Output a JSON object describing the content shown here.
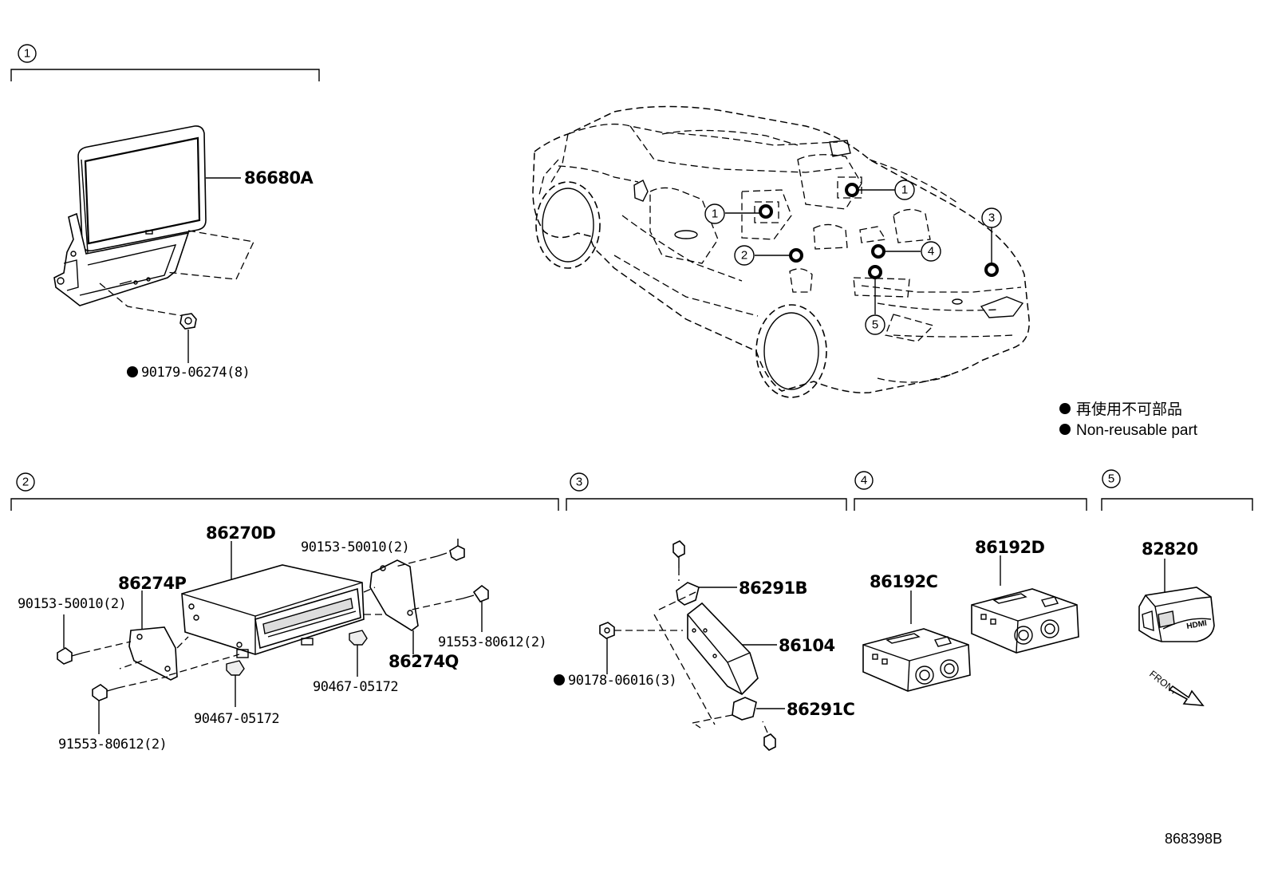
{
  "sections": [
    {
      "num": "1"
    },
    {
      "num": "2"
    },
    {
      "num": "3"
    },
    {
      "num": "4"
    },
    {
      "num": "5"
    }
  ],
  "parts": {
    "s1": {
      "display": "86680A",
      "nut": "90179-06274(8)"
    },
    "s2": {
      "unit": "86270D",
      "bracket_left": "86274P",
      "bracket_right": "86274Q",
      "screw_top_right": "90153-50010(2)",
      "screw_left": "90153-50010(2)",
      "bolt_right": "91553-80612(2)",
      "bolt_left": "91553-80612(2)",
      "clip_right": "90467-05172",
      "clip_left": "90467-05172"
    },
    "s3": {
      "bracket_upper": "86291B",
      "module": "86104",
      "bracket_lower": "86291C",
      "nut": "90178-06016(3)"
    },
    "s4": {
      "jack_c": "86192C",
      "jack_d": "86192D"
    },
    "s5": {
      "hdmi_port": "82820",
      "hdmi_text": "HDMI",
      "front_text": "FRONT"
    }
  },
  "car_callouts": [
    "1",
    "1",
    "2",
    "3",
    "4",
    "5"
  ],
  "legend": {
    "jp": "再使用不可部品",
    "en": "Non-reusable part"
  },
  "figure_id": "868398B"
}
